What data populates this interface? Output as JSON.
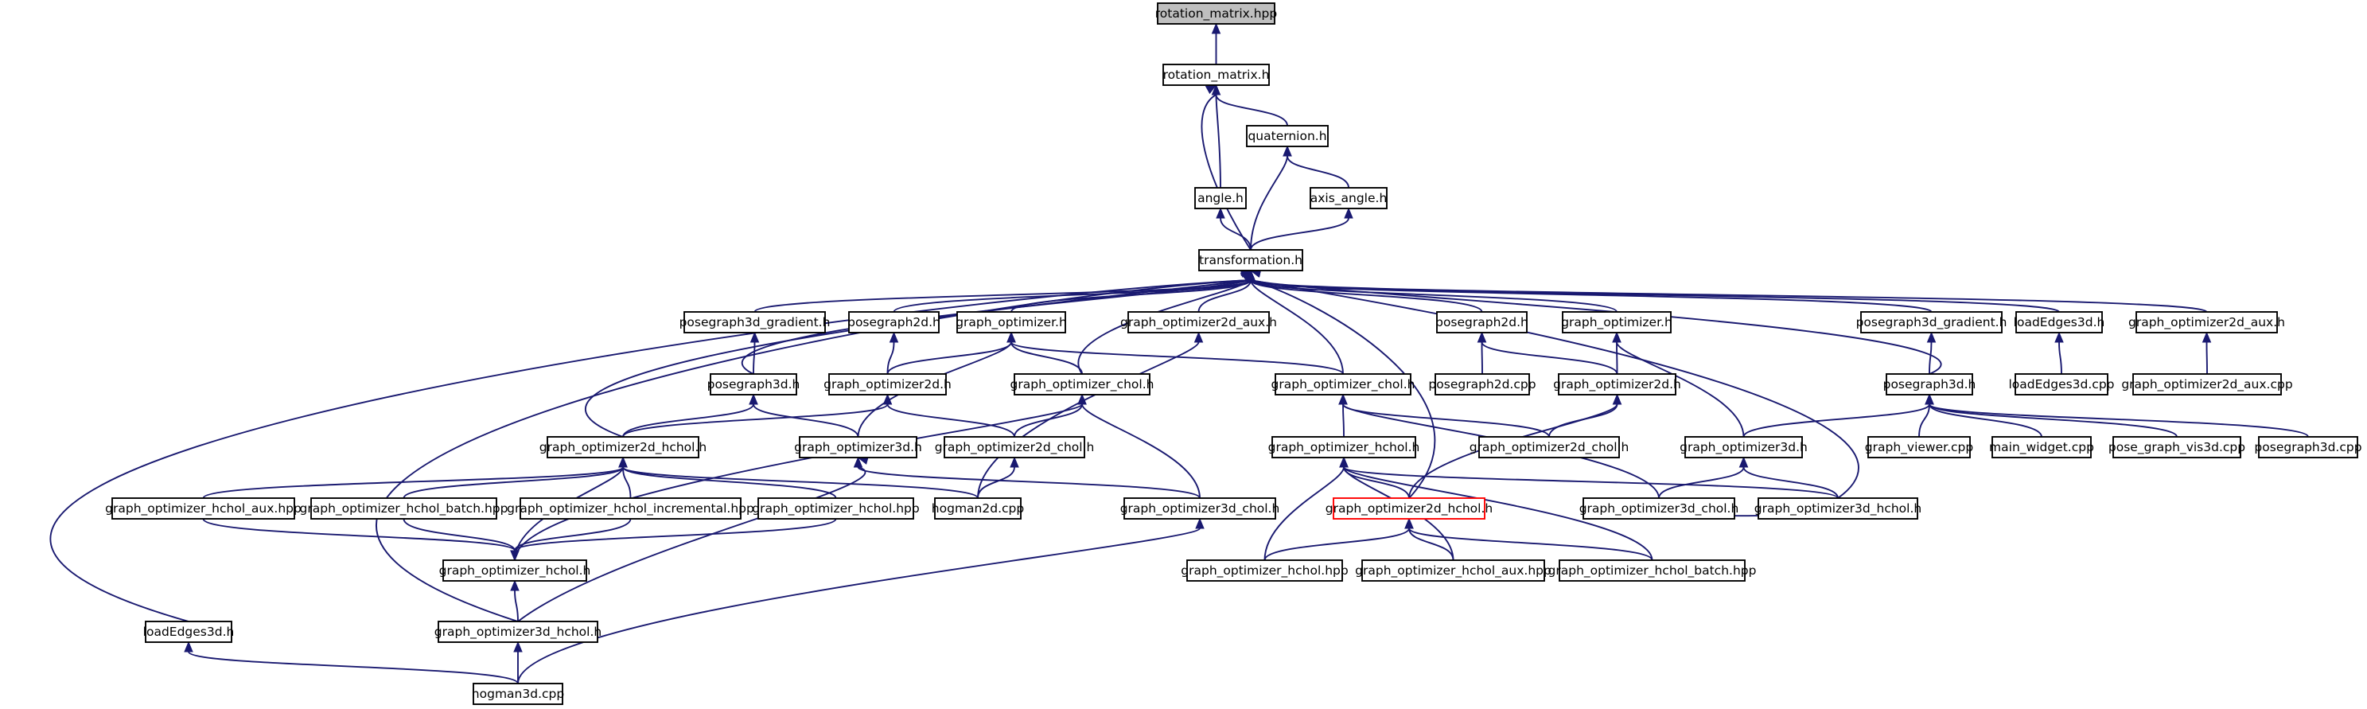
{
  "graph": {
    "type": "include-dependency-graph",
    "colors": {
      "edge": "#191970",
      "root_fill": "#bfbfbf",
      "highlight_border": "#ff0000"
    },
    "nodes": [
      {
        "id": "rotation_matrix_hpp",
        "label": "rotation_matrix.hpp",
        "style": "root"
      },
      {
        "id": "rotation_matrix_h",
        "label": "rotation_matrix.h"
      },
      {
        "id": "quaternion_h",
        "label": "quaternion.h"
      },
      {
        "id": "angle_h",
        "label": "angle.h"
      },
      {
        "id": "axis_angle_h",
        "label": "axis_angle.h"
      },
      {
        "id": "transformation_h",
        "label": "transformation.h"
      },
      {
        "id": "posegraph3d_gradient_h_a",
        "label": "posegraph3d_gradient.h"
      },
      {
        "id": "posegraph2d_h_a",
        "label": "posegraph2d.h"
      },
      {
        "id": "graph_optimizer_h_a",
        "label": "graph_optimizer.h"
      },
      {
        "id": "graph_optimizer2d_aux_h",
        "label": "graph_optimizer2d_aux.h"
      },
      {
        "id": "posegraph2d_h_b",
        "label": "posegraph2d.h"
      },
      {
        "id": "graph_optimizer_h_b",
        "label": "graph_optimizer.h"
      },
      {
        "id": "posegraph3d_gradient_h_b",
        "label": "posegraph3d_gradient.h"
      },
      {
        "id": "loadEdges3d_h_top",
        "label": "loadEdges3d.h"
      },
      {
        "id": "graph_optimizer2d_aux_h_b",
        "label": "graph_optimizer2d_aux.h"
      },
      {
        "id": "posegraph3d_h_a",
        "label": "posegraph3d.h"
      },
      {
        "id": "graph_optimizer2d_h_a",
        "label": "graph_optimizer2d.h"
      },
      {
        "id": "graph_optimizer_chol_h_a",
        "label": "graph_optimizer_chol.h"
      },
      {
        "id": "graph_optimizer_chol_h_b",
        "label": "graph_optimizer_chol.h"
      },
      {
        "id": "posegraph2d_cpp",
        "label": "posegraph2d.cpp"
      },
      {
        "id": "graph_optimizer2d_h_b",
        "label": "graph_optimizer2d.h"
      },
      {
        "id": "posegraph3d_h_b",
        "label": "posegraph3d.h"
      },
      {
        "id": "loadEdges3d_cpp",
        "label": "loadEdges3d.cpp"
      },
      {
        "id": "graph_optimizer2d_aux_cpp",
        "label": "graph_optimizer2d_aux.cpp"
      },
      {
        "id": "graph_optimizer2d_hchol_h_a",
        "label": "graph_optimizer2d_hchol.h"
      },
      {
        "id": "graph_optimizer3d_h_a",
        "label": "graph_optimizer3d.h"
      },
      {
        "id": "graph_optimizer2d_chol_h_a",
        "label": "graph_optimizer2d_chol.h"
      },
      {
        "id": "graph_optimizer_hchol_h_a",
        "label": "graph_optimizer_hchol.h"
      },
      {
        "id": "graph_optimizer2d_chol_h_b",
        "label": "graph_optimizer2d_chol.h"
      },
      {
        "id": "graph_optimizer3d_h_b",
        "label": "graph_optimizer3d.h"
      },
      {
        "id": "graph_viewer_cpp",
        "label": "graph_viewer.cpp"
      },
      {
        "id": "main_widget_cpp",
        "label": "main_widget.cpp"
      },
      {
        "id": "pose_graph_vis3d_cpp",
        "label": "pose_graph_vis3d.cpp"
      },
      {
        "id": "posegraph3d_cpp",
        "label": "posegraph3d.cpp"
      },
      {
        "id": "graph_optimizer_hchol_aux_hpp_a",
        "label": "graph_optimizer_hchol_aux.hpp"
      },
      {
        "id": "graph_optimizer_hchol_batch_hpp_a",
        "label": "graph_optimizer_hchol_batch.hpp"
      },
      {
        "id": "graph_optimizer_hchol_incremental_hpp",
        "label": "graph_optimizer_hchol_incremental.hpp"
      },
      {
        "id": "graph_optimizer_hchol_hpp_a",
        "label": "graph_optimizer_hchol.hpp"
      },
      {
        "id": "hogman2d_cpp",
        "label": "hogman2d.cpp"
      },
      {
        "id": "graph_optimizer3d_chol_h_a",
        "label": "graph_optimizer3d_chol.h"
      },
      {
        "id": "graph_optimizer2d_hchol_h_b",
        "label": "graph_optimizer2d_hchol.h",
        "style": "highlight"
      },
      {
        "id": "graph_optimizer3d_chol_h_b",
        "label": "graph_optimizer3d_chol.h"
      },
      {
        "id": "graph_optimizer3d_hchol_h_b",
        "label": "graph_optimizer3d_hchol.h"
      },
      {
        "id": "graph_optimizer_hchol_h_b",
        "label": "graph_optimizer_hchol.h"
      },
      {
        "id": "graph_optimizer_hchol_hpp_b",
        "label": "graph_optimizer_hchol.hpp"
      },
      {
        "id": "graph_optimizer_hchol_aux_hpp_b",
        "label": "graph_optimizer_hchol_aux.hpp"
      },
      {
        "id": "graph_optimizer_hchol_batch_hpp_b",
        "label": "graph_optimizer_hchol_batch.hpp"
      },
      {
        "id": "loadEdges3d_h_bottom",
        "label": "loadEdges3d.h"
      },
      {
        "id": "graph_optimizer3d_hchol_h_a",
        "label": "graph_optimizer3d_hchol.h"
      },
      {
        "id": "hogman3d_cpp",
        "label": "hogman3d.cpp"
      }
    ],
    "edges": [
      [
        "rotation_matrix_h",
        "rotation_matrix_hpp"
      ],
      [
        "quaternion_h",
        "rotation_matrix_h"
      ],
      [
        "angle_h",
        "rotation_matrix_h"
      ],
      [
        "transformation_h",
        "rotation_matrix_h"
      ],
      [
        "axis_angle_h",
        "quaternion_h"
      ],
      [
        "transformation_h",
        "quaternion_h"
      ],
      [
        "transformation_h",
        "angle_h"
      ],
      [
        "transformation_h",
        "axis_angle_h"
      ],
      [
        "posegraph3d_gradient_h_a",
        "transformation_h"
      ],
      [
        "posegraph2d_h_a",
        "transformation_h"
      ],
      [
        "graph_optimizer_h_a",
        "transformation_h"
      ],
      [
        "graph_optimizer2d_aux_h",
        "transformation_h"
      ],
      [
        "posegraph2d_h_b",
        "transformation_h"
      ],
      [
        "graph_optimizer_h_b",
        "transformation_h"
      ],
      [
        "posegraph3d_gradient_h_b",
        "transformation_h"
      ],
      [
        "loadEdges3d_h_top",
        "transformation_h"
      ],
      [
        "graph_optimizer2d_aux_h_b",
        "transformation_h"
      ],
      [
        "posegraph3d_h_a",
        "transformation_h"
      ],
      [
        "graph_optimizer_chol_h_a",
        "transformation_h"
      ],
      [
        "graph_optimizer_chol_h_b",
        "transformation_h"
      ],
      [
        "posegraph3d_h_b",
        "transformation_h"
      ],
      [
        "graph_optimizer2d_hchol_h_a",
        "transformation_h"
      ],
      [
        "graph_optimizer2d_hchol_h_b",
        "transformation_h"
      ],
      [
        "graph_optimizer3d_hchol_h_b",
        "transformation_h"
      ],
      [
        "loadEdges3d_h_bottom",
        "transformation_h"
      ],
      [
        "graph_optimizer3d_hchol_h_a",
        "transformation_h"
      ],
      [
        "posegraph3d_h_a",
        "posegraph3d_gradient_h_a"
      ],
      [
        "graph_optimizer2d_h_a",
        "posegraph2d_h_a"
      ],
      [
        "graph_optimizer2d_h_a",
        "graph_optimizer_h_a"
      ],
      [
        "graph_optimizer_chol_h_a",
        "graph_optimizer_h_a"
      ],
      [
        "graph_optimizer_chol_h_b",
        "graph_optimizer_h_a"
      ],
      [
        "graph_optimizer3d_h_a",
        "graph_optimizer_h_a"
      ],
      [
        "hogman2d_cpp",
        "graph_optimizer2d_aux_h"
      ],
      [
        "posegraph2d_cpp",
        "posegraph2d_h_b"
      ],
      [
        "graph_optimizer2d_h_b",
        "posegraph2d_h_b"
      ],
      [
        "graph_optimizer2d_h_b",
        "graph_optimizer_h_b"
      ],
      [
        "graph_optimizer3d_h_b",
        "graph_optimizer_h_b"
      ],
      [
        "posegraph3d_h_b",
        "posegraph3d_gradient_h_b"
      ],
      [
        "loadEdges3d_cpp",
        "loadEdges3d_h_top"
      ],
      [
        "graph_optimizer2d_aux_cpp",
        "graph_optimizer2d_aux_h_b"
      ],
      [
        "graph_optimizer2d_hchol_h_a",
        "posegraph3d_h_a"
      ],
      [
        "graph_optimizer2d_hchol_h_a",
        "graph_optimizer2d_h_a"
      ],
      [
        "graph_optimizer3d_h_a",
        "posegraph3d_h_a"
      ],
      [
        "graph_optimizer2d_chol_h_a",
        "graph_optimizer2d_h_a"
      ],
      [
        "graph_optimizer2d_chol_h_a",
        "graph_optimizer_chol_h_a"
      ],
      [
        "graph_optimizer3d_chol_h_a",
        "graph_optimizer_chol_h_a"
      ],
      [
        "graph_optimizer_hchol_h_a",
        "graph_optimizer_chol_h_a"
      ],
      [
        "graph_optimizer_hchol_h_b",
        "graph_optimizer_chol_h_b"
      ],
      [
        "graph_optimizer2d_chol_h_b",
        "graph_optimizer_chol_h_b"
      ],
      [
        "graph_optimizer3d_chol_h_b",
        "graph_optimizer_chol_h_b"
      ],
      [
        "graph_optimizer2d_chol_h_b",
        "graph_optimizer2d_h_b"
      ],
      [
        "graph_optimizer2d_hchol_h_b",
        "graph_optimizer2d_h_b"
      ],
      [
        "graph_optimizer3d_chol_h_b",
        "graph_optimizer3d_h_b"
      ],
      [
        "graph_optimizer3d_hchol_h_b",
        "graph_optimizer3d_h_b"
      ],
      [
        "graph_optimizer3d_h_b",
        "posegraph3d_h_b"
      ],
      [
        "graph_viewer_cpp",
        "posegraph3d_h_b"
      ],
      [
        "main_widget_cpp",
        "posegraph3d_h_b"
      ],
      [
        "pose_graph_vis3d_cpp",
        "posegraph3d_h_b"
      ],
      [
        "posegraph3d_cpp",
        "posegraph3d_h_b"
      ],
      [
        "graph_optimizer_hchol_aux_hpp_a",
        "graph_optimizer2d_hchol_h_a"
      ],
      [
        "graph_optimizer_hchol_batch_hpp_a",
        "graph_optimizer2d_hchol_h_a"
      ],
      [
        "graph_optimizer_hchol_incremental_hpp",
        "graph_optimizer2d_hchol_h_a"
      ],
      [
        "graph_optimizer_hchol_hpp_a",
        "graph_optimizer2d_hchol_h_a"
      ],
      [
        "hogman2d_cpp",
        "graph_optimizer2d_hchol_h_a"
      ],
      [
        "graph_optimizer_hchol_h_a",
        "graph_optimizer2d_hchol_h_a"
      ],
      [
        "graph_optimizer3d_chol_h_a",
        "graph_optimizer3d_h_a"
      ],
      [
        "graph_optimizer3d_hchol_h_a",
        "graph_optimizer3d_h_a"
      ],
      [
        "hogman2d_cpp",
        "graph_optimizer2d_chol_h_a"
      ],
      [
        "graph_optimizer2d_hchol_h_b",
        "graph_optimizer_hchol_h_b"
      ],
      [
        "graph_optimizer_hchol_hpp_b",
        "graph_optimizer_hchol_h_b"
      ],
      [
        "graph_optimizer_hchol_aux_hpp_b",
        "graph_optimizer_hchol_h_b"
      ],
      [
        "graph_optimizer_hchol_batch_hpp_b",
        "graph_optimizer_hchol_h_b"
      ],
      [
        "graph_optimizer3d_hchol_h_b",
        "graph_optimizer_hchol_h_b"
      ],
      [
        "graph_optimizer_hchol_hpp_b",
        "graph_optimizer2d_hchol_h_b"
      ],
      [
        "graph_optimizer_hchol_aux_hpp_b",
        "graph_optimizer2d_hchol_h_b"
      ],
      [
        "graph_optimizer_hchol_batch_hpp_b",
        "graph_optimizer2d_hchol_h_b"
      ],
      [
        "graph_optimizer_hchol_aux_hpp_a",
        "graph_optimizer_hchol_h_a"
      ],
      [
        "graph_optimizer_hchol_batch_hpp_a",
        "graph_optimizer_hchol_h_a"
      ],
      [
        "graph_optimizer_hchol_incremental_hpp",
        "graph_optimizer_hchol_h_a"
      ],
      [
        "graph_optimizer_hchol_hpp_a",
        "graph_optimizer_hchol_h_a"
      ],
      [
        "graph_optimizer3d_hchol_h_a",
        "graph_optimizer_hchol_h_a"
      ],
      [
        "graph_optimizer3d_hchol_h_b",
        "graph_optimizer3d_chol_h_b"
      ],
      [
        "hogman3d_cpp",
        "graph_optimizer3d_chol_h_a"
      ],
      [
        "hogman3d_cpp",
        "loadEdges3d_h_bottom"
      ],
      [
        "hogman3d_cpp",
        "graph_optimizer3d_hchol_h_a"
      ]
    ]
  }
}
